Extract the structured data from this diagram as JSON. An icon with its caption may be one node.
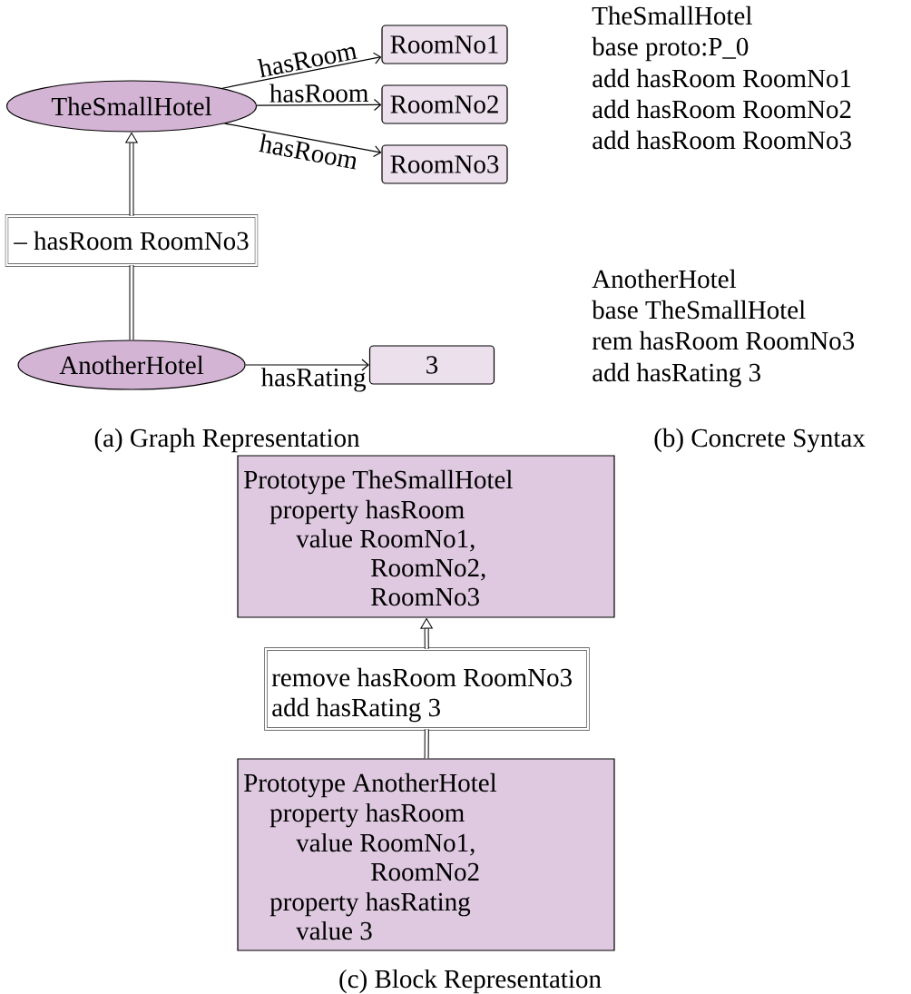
{
  "diagram": {
    "nodes": [
      {
        "text": [
          "TheSmallHotel"
        ]
      },
      {
        "text": [
          "RoomNo1"
        ]
      },
      {
        "text": [
          "RoomNo2"
        ]
      },
      {
        "text": [
          "RoomNo3"
        ]
      },
      {
        "text": [
          "– hasRoom RoomNo3"
        ]
      },
      {
        "text": [
          "AnotherHotel"
        ]
      },
      {
        "text": [
          "3"
        ]
      },
      {
        "text": [
          "Prototype TheSmallHotel",
          "property hasRoom",
          "value RoomNo1,",
          "RoomNo2,",
          "RoomNo3"
        ]
      },
      {
        "text": [
          "remove hasRoom RoomNo3",
          "add hasRating 3"
        ]
      },
      {
        "text": [
          "Prototype AnotherHotel",
          "property hasRoom",
          "value RoomNo1,",
          "RoomNo2",
          "property hasRating",
          "value 3"
        ]
      }
    ],
    "edges": [
      {
        "from": 0,
        "to": 1,
        "arrow": "to",
        "label": "hasRoom"
      },
      {
        "from": 0,
        "to": 2,
        "arrow": "to",
        "label": "hasRoom"
      },
      {
        "from": 0,
        "to": 3,
        "arrow": "to",
        "label": "hasRoom"
      },
      {
        "from": 4,
        "to": 0,
        "arrow": "to",
        "style": "thick"
      },
      {
        "from": 5,
        "to": 4,
        "arrow": "none",
        "style": "thick"
      },
      {
        "from": 5,
        "to": 6,
        "arrow": "to",
        "label": "hasRating"
      },
      {
        "from": 8,
        "to": 7,
        "arrow": "to",
        "style": "thick"
      },
      {
        "from": 9,
        "to": 8,
        "arrow": "none",
        "style": "thick"
      }
    ],
    "labels": [
      "TheSmallHotel",
      "base proto:P_0",
      "add hasRoom RoomNo1",
      "add hasRoom RoomNo2",
      "add hasRoom RoomNo3",
      "AnotherHotel",
      "base TheSmallHotel",
      "rem hasRoom RoomNo3",
      "add hasRating 3",
      "(a) Graph Representation",
      "(b) Concrete Syntax",
      "(c) Block Representation"
    ]
  }
}
